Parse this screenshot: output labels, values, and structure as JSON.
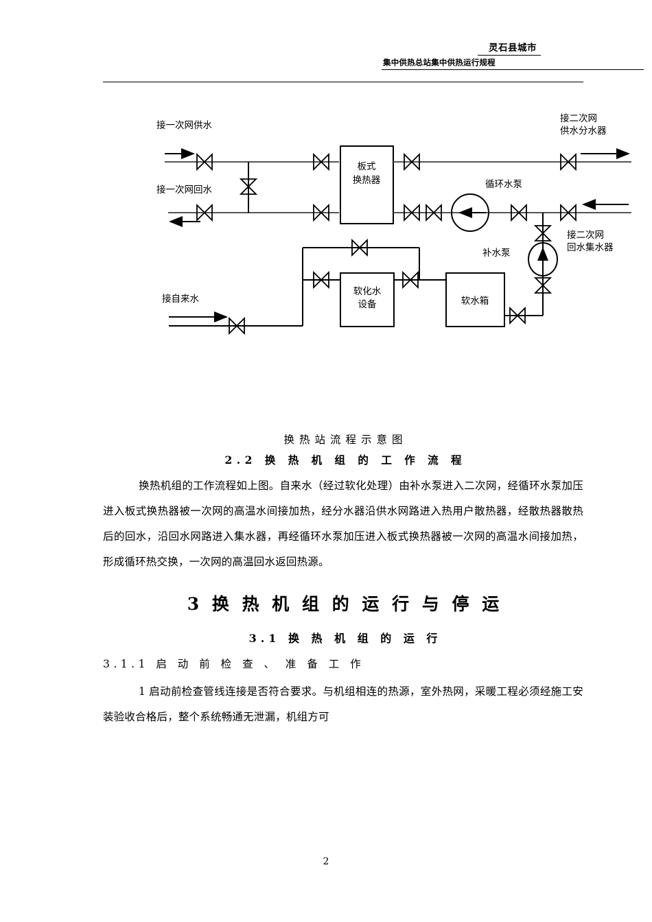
{
  "header": {
    "line_top_right": "灵石县城市",
    "line_title": "集中供热总站集中供热运行规程"
  },
  "diagram": {
    "title": "换热站流程示意图",
    "labels": {
      "primary_supply": "接一次网供水",
      "primary_return": "接一次网回水",
      "secondary_supply": "接二次网\n供水分水器",
      "secondary_supply_l1": "接二次网",
      "secondary_supply_l2": "供水分水器",
      "secondary_return_l1": "接二次网",
      "secondary_return_l2": "回水集水器",
      "circulation_pump": "循环水泵",
      "makeup_pump": "补水泵",
      "tap_water": "接自来水"
    },
    "equipment": {
      "plate_heat_exchanger_l1": "板式",
      "plate_heat_exchanger_l2": "换热器",
      "softener_l1": "软化水",
      "softener_l2": "设备",
      "soft_water_tank": "软水箱"
    }
  },
  "body": {
    "section_2_2": "2.2  换 热 机 组 的 工 作 流 程",
    "paragraph_1": "换热机组的工作流程如上图。自来水（经过软化处理）由补水泵进入二次网，经循环水泵加压进入板式换热器被一次网的高温水间接加热，经分水器沿供水网路进入热用户散热器，经散热器散热后的回水，沿回水网路进入集水器，再经循环水泵加压进入板式换热器被一次网的高温水间接加热，形成循环热交换，一次网的高温回水返回热源。",
    "section_3": "3   换 热 机 组 的 运 行 与 停 运",
    "section_3_1": "3.1  换 热 机 组 的 运 行",
    "section_3_1_1": "3.1.1 启 动 前 检 查 、 准 备 工 作",
    "paragraph_2": "1 启动前检查管线连接是否符合要求。与机组相连的热源，室外热网，采暖工程必须经施工安装验收合格后，整个系统畅通无泄漏，机组方可"
  },
  "footer": {
    "page_number": "2"
  }
}
